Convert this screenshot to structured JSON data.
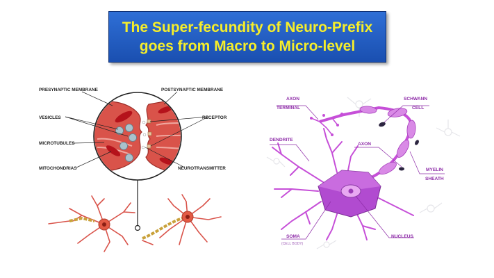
{
  "title": {
    "line1": "The Super-fecundity of Neuro-Prefix",
    "line2": "goes from Macro  to Micro-level"
  },
  "synapse_labels": {
    "presynaptic": "PRESYNAPTIC MEMBRANE",
    "postsynaptic": "POSTSYNAPTIC MEMBRANE",
    "vesicles": "VESICLES",
    "receptor": "RECEPTOR",
    "microtubules": "MICROTUBULES",
    "mitochondrias": "MITOCHONDRIAS",
    "neurotransmitter": "NEUROTRANSMITTER"
  },
  "neuron_labels": {
    "axon_terminal_1": "AXON",
    "axon_terminal_2": "TERMINAL",
    "schwann_1": "SCHWANN",
    "schwann_2": "CELL",
    "dendrite": "DENDRITE",
    "axon": "AXON",
    "myelin_1": "MYELIN",
    "myelin_2": "SHEATH",
    "soma": "SOMA",
    "cell_body": "(CELL BODY)",
    "nucleus": "NUCLEUS"
  },
  "colors": {
    "title_bg": "#1f5cc4",
    "title_text": "#f6ee2a",
    "synapse_red": "#d9534a",
    "neuron_purple": "#c64fd8"
  }
}
